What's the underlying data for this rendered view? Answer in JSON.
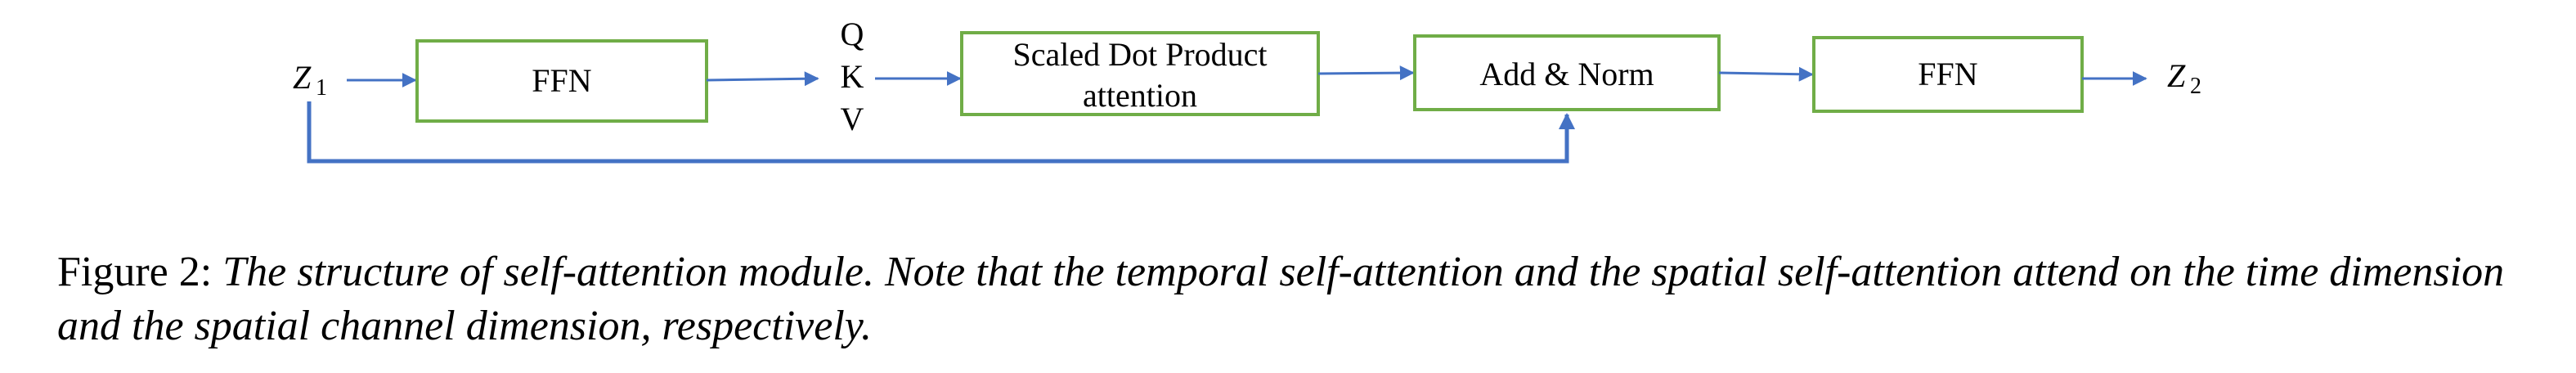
{
  "diagram": {
    "input_var": "Z",
    "input_sub": "1",
    "output_var": "Z",
    "output_sub": "2",
    "ffn1_label": "FFN",
    "qkv": [
      "Q",
      "K",
      "V"
    ],
    "attention_line1": "Scaled Dot Product",
    "attention_line2": "attention",
    "addnorm_label": "Add & Norm",
    "ffn2_label": "FFN",
    "colors": {
      "box_border": "#70ad47",
      "arrow": "#4472c4"
    }
  },
  "caption": {
    "lead": "Figure 2: ",
    "body": "The structure of self-attention module. Note that the temporal self-attention and the spatial self-attention attend on the time dimension and the spatial channel dimension, respectively."
  }
}
